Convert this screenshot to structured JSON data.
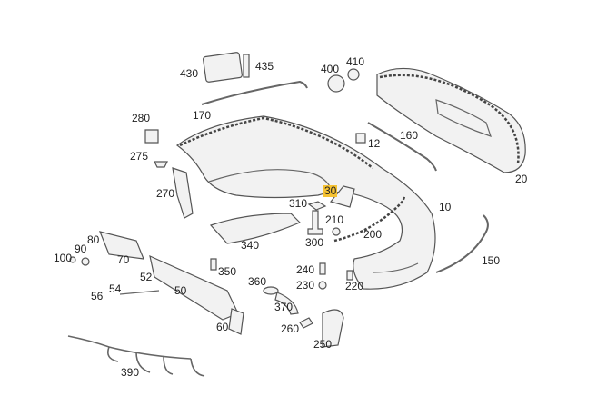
{
  "diagram": {
    "highlight_color": "#f5c232",
    "parts": [
      {
        "id": "430",
        "label": "430"
      },
      {
        "id": "435",
        "label": "435"
      },
      {
        "id": "400",
        "label": "400"
      },
      {
        "id": "410",
        "label": "410"
      },
      {
        "id": "170",
        "label": "170"
      },
      {
        "id": "280",
        "label": "280"
      },
      {
        "id": "160",
        "label": "160"
      },
      {
        "id": "12",
        "label": "12"
      },
      {
        "id": "275",
        "label": "275"
      },
      {
        "id": "20",
        "label": "20"
      },
      {
        "id": "270",
        "label": "270"
      },
      {
        "id": "30",
        "label": "30",
        "highlighted": true
      },
      {
        "id": "310",
        "label": "310"
      },
      {
        "id": "10",
        "label": "10"
      },
      {
        "id": "210",
        "label": "210"
      },
      {
        "id": "80",
        "label": "80"
      },
      {
        "id": "90",
        "label": "90"
      },
      {
        "id": "300",
        "label": "300"
      },
      {
        "id": "200",
        "label": "200"
      },
      {
        "id": "100",
        "label": "100"
      },
      {
        "id": "70",
        "label": "70"
      },
      {
        "id": "340",
        "label": "340"
      },
      {
        "id": "150",
        "label": "150"
      },
      {
        "id": "52",
        "label": "52"
      },
      {
        "id": "350",
        "label": "350"
      },
      {
        "id": "240",
        "label": "240"
      },
      {
        "id": "54",
        "label": "54"
      },
      {
        "id": "50",
        "label": "50"
      },
      {
        "id": "360",
        "label": "360"
      },
      {
        "id": "230",
        "label": "230"
      },
      {
        "id": "56",
        "label": "56"
      },
      {
        "id": "220",
        "label": "220"
      },
      {
        "id": "370",
        "label": "370"
      },
      {
        "id": "60",
        "label": "60"
      },
      {
        "id": "260",
        "label": "260"
      },
      {
        "id": "250",
        "label": "250"
      },
      {
        "id": "390",
        "label": "390"
      }
    ]
  }
}
